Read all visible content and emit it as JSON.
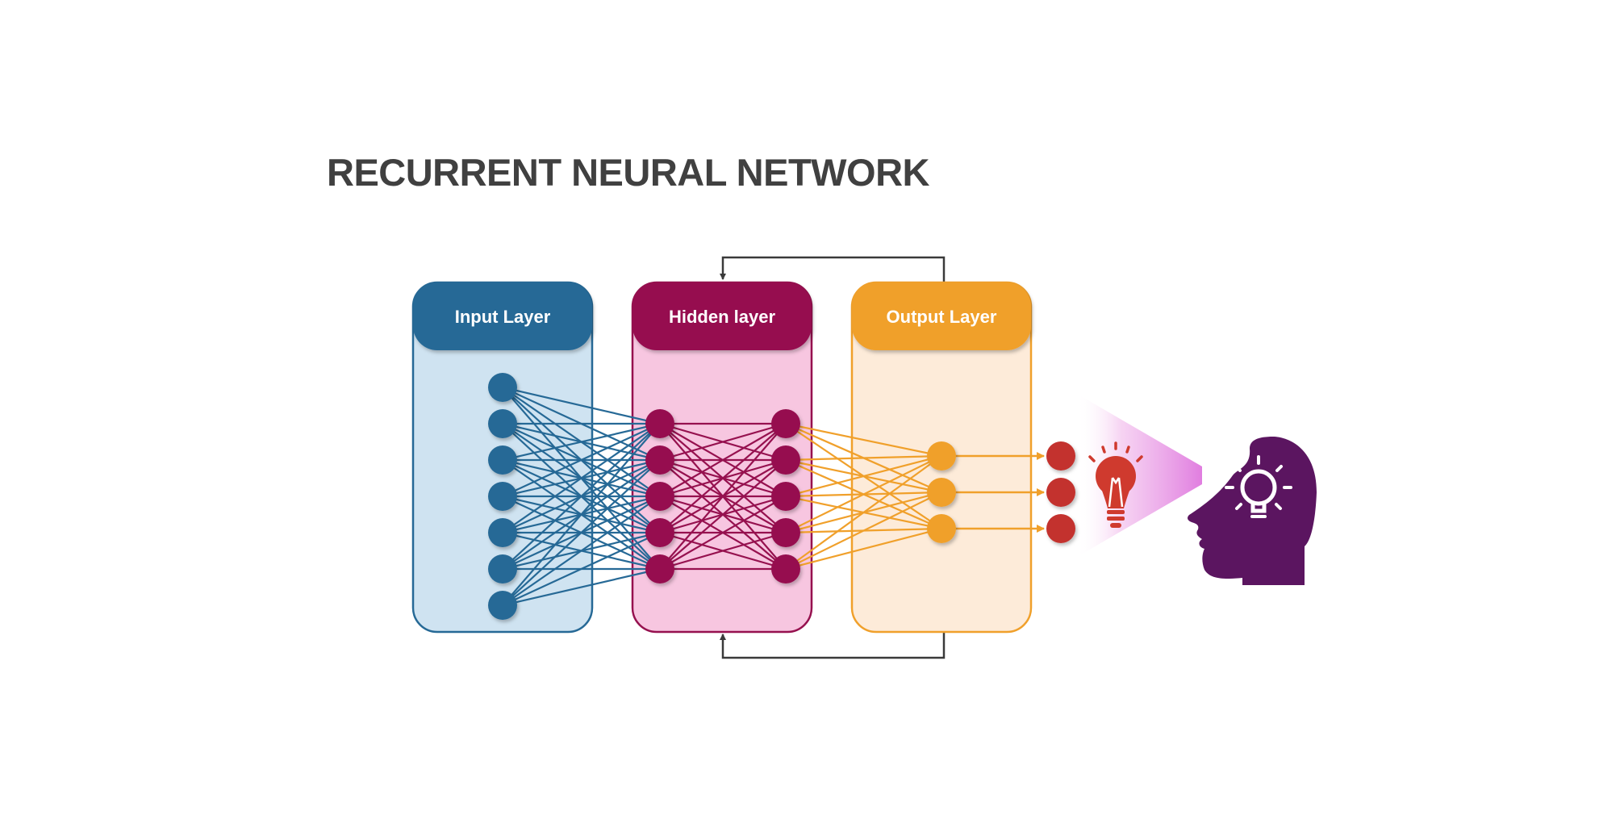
{
  "title": "RECURRENT NEURAL NETWORK",
  "layers": [
    {
      "label": "Input Layer",
      "node_count": 7,
      "color": "#266996",
      "fill": "#cfe3f1"
    },
    {
      "label": "Hidden layer",
      "node_count": 5,
      "node_columns": 2,
      "color": "#96114f",
      "fill": "#f7c6e0"
    },
    {
      "label": "Output Layer",
      "node_count": 3,
      "color": "#f0a02b",
      "fill": "#fdebd9"
    }
  ],
  "result_nodes": {
    "count": 3,
    "color": "#c3322e"
  },
  "icons": {
    "bulb": {
      "name": "light-bulb-icon",
      "color": "#cf3a2e"
    },
    "head": {
      "name": "head-lightbulb-icon",
      "color": "#5b1560"
    }
  },
  "recurrent_arrows": 2
}
